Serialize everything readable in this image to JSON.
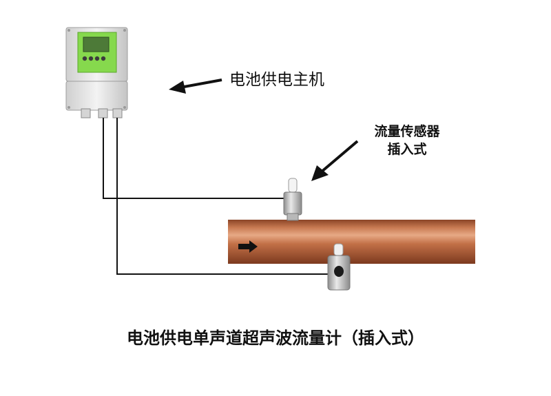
{
  "labels": {
    "host_unit": "电池供电主机",
    "sensor_line1": "流量传感器",
    "sensor_line2": "插入式"
  },
  "caption": "电池供电单声道超声波流量计（插入式）",
  "colors": {
    "pipe": "#b5643e",
    "housing": "#e6e6e6",
    "screen": "#7ed348",
    "wire": "#111111",
    "arrow": "#111111"
  }
}
